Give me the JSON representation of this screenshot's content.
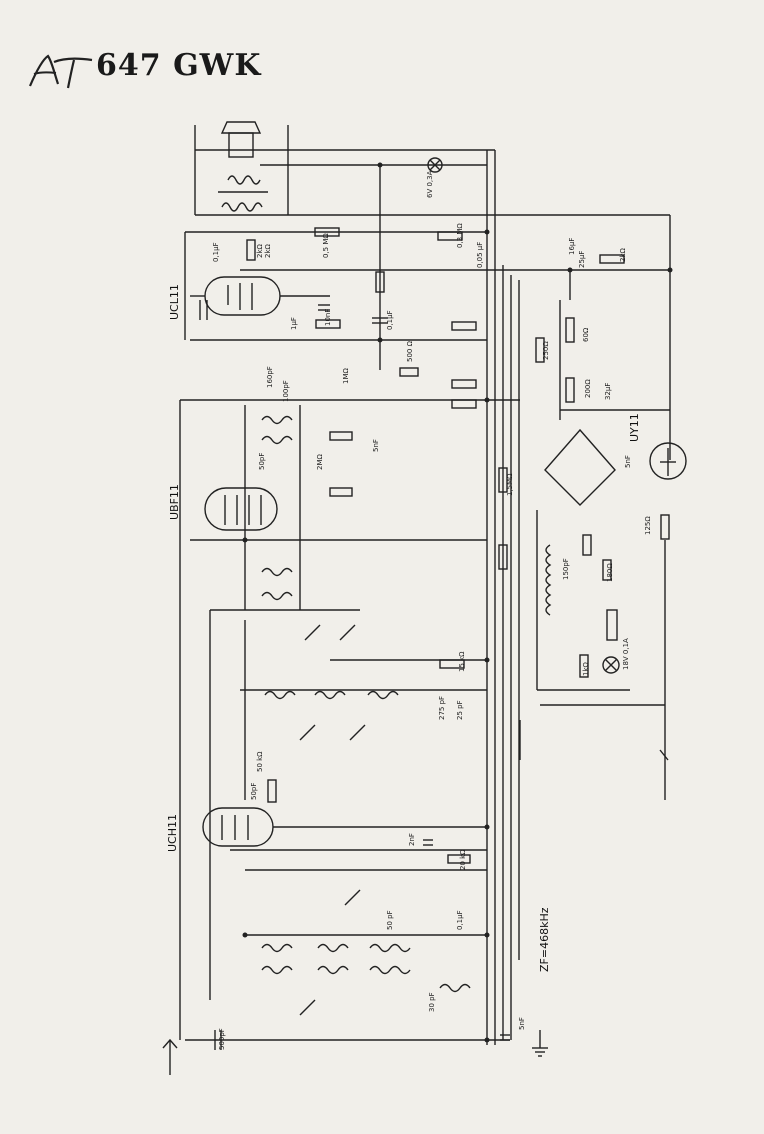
{
  "header": {
    "title": "647 GWK",
    "brand_logo_text": "AT"
  },
  "tubes": [
    {
      "id": "ucl11",
      "label": "UCL11"
    },
    {
      "id": "ubf11",
      "label": "UBF11"
    },
    {
      "id": "uch11",
      "label": "UCH11"
    },
    {
      "id": "uy11",
      "label": "UY11"
    }
  ],
  "annotations": {
    "if_frequency": "ZF=468kHz"
  },
  "component_labels": [
    {
      "text": "0,1µF"
    },
    {
      "text": "2kΩ"
    },
    {
      "text": "0,5 MΩ"
    },
    {
      "text": "0,3 MΩ"
    },
    {
      "text": "0,05 µF"
    },
    {
      "text": "2kΩ"
    },
    {
      "text": "1µF"
    },
    {
      "text": "10nF"
    },
    {
      "text": "0,1µF"
    },
    {
      "text": "16µF"
    },
    {
      "text": "25µF"
    },
    {
      "text": "2kΩ"
    },
    {
      "text": "500 Ω"
    },
    {
      "text": "1MΩ"
    },
    {
      "text": "100pF"
    },
    {
      "text": "160pF"
    },
    {
      "text": "50pF"
    },
    {
      "text": "2MΩ"
    },
    {
      "text": "5nF"
    },
    {
      "text": "250Ω"
    },
    {
      "text": "60Ω"
    },
    {
      "text": "200Ω"
    },
    {
      "text": "32µF"
    },
    {
      "text": "5nF"
    },
    {
      "text": "125Ω"
    },
    {
      "text": "1,5MΩ"
    },
    {
      "text": "150pF"
    },
    {
      "text": "180Ω"
    },
    {
      "text": "15 kΩ"
    },
    {
      "text": "275 pF"
    },
    {
      "text": "25 pF"
    },
    {
      "text": "50pF"
    },
    {
      "text": "50 kΩ"
    },
    {
      "text": "2nF"
    },
    {
      "text": "20 kΩ"
    },
    {
      "text": "50 pF"
    },
    {
      "text": "0,1µF"
    },
    {
      "text": "30 pF"
    },
    {
      "text": "5nF"
    },
    {
      "text": "500pF"
    },
    {
      "text": "6V 0,3A"
    },
    {
      "text": "18V 0,1A"
    },
    {
      "text": "1kΩ"
    }
  ]
}
